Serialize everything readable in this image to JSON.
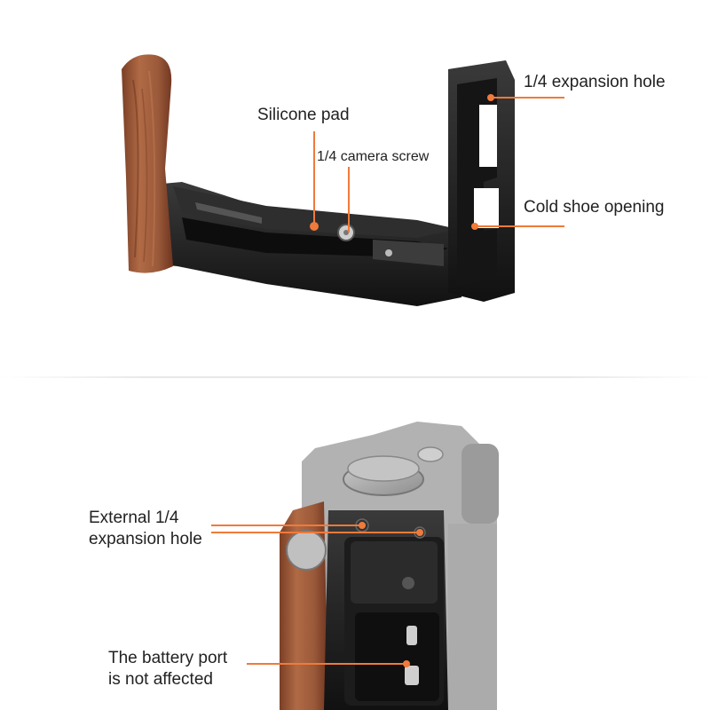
{
  "callouts_top": {
    "silicone_pad": "Silicone pad",
    "camera_screw": "1/4 camera screw",
    "expansion_hole": "1/4 expansion hole",
    "cold_shoe": "Cold shoe opening"
  },
  "callouts_bottom": {
    "external_line1": "External 1/4",
    "external_line2": "expansion hole",
    "battery_line1": "The battery port",
    "battery_line2": "is not affected"
  },
  "colors": {
    "accent": "#f07a3a",
    "bracket": "#1c1c1c",
    "wood": "#9b5a3a",
    "camera_silver": "#a9a9a9",
    "camera_dark": "#2a2a2a",
    "background": "#ffffff"
  }
}
